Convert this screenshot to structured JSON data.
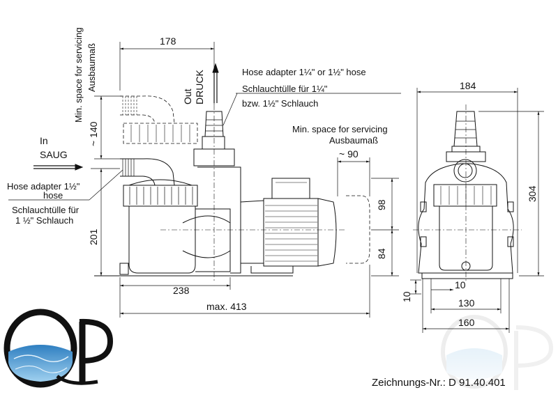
{
  "labels": {
    "service_top": "Min. space for servicing",
    "ausbau_top": "Ausbaumaß",
    "out": "Out",
    "druck": "DRUCK",
    "hose_adapter_out": "Hose adapter 1¼\"  or 1½\" hose",
    "schlauch_out": "Schlauchtülle für 1¼\"",
    "bzw_out": "bzw. 1½\" Schlauch",
    "in": "In",
    "saug": "SAUG",
    "hose_adapter_in": "Hose adapter 1½\"",
    "hose_in": "hose",
    "schlauch_in_1": "Schlauchtülle für",
    "schlauch_in_2": "1 ½\"  Schlauch",
    "service_right": "Min. space for servicing",
    "ausbau_right": "Ausbaumaß"
  },
  "dimensions": {
    "d178": "178",
    "d140": "~ 140",
    "d201": "201",
    "d238": "238",
    "d413": "max. 413",
    "d90": "~ 90",
    "d98": "98",
    "d84": "84",
    "d184": "184",
    "d304": "304",
    "d10a": "10",
    "d10b": "10",
    "d130": "130",
    "d160": "160"
  },
  "logo": {
    "text": "QP",
    "water_color": "#5aa7d8"
  },
  "drawing_number": "Zeichnungs-Nr.: D 91.40.401"
}
